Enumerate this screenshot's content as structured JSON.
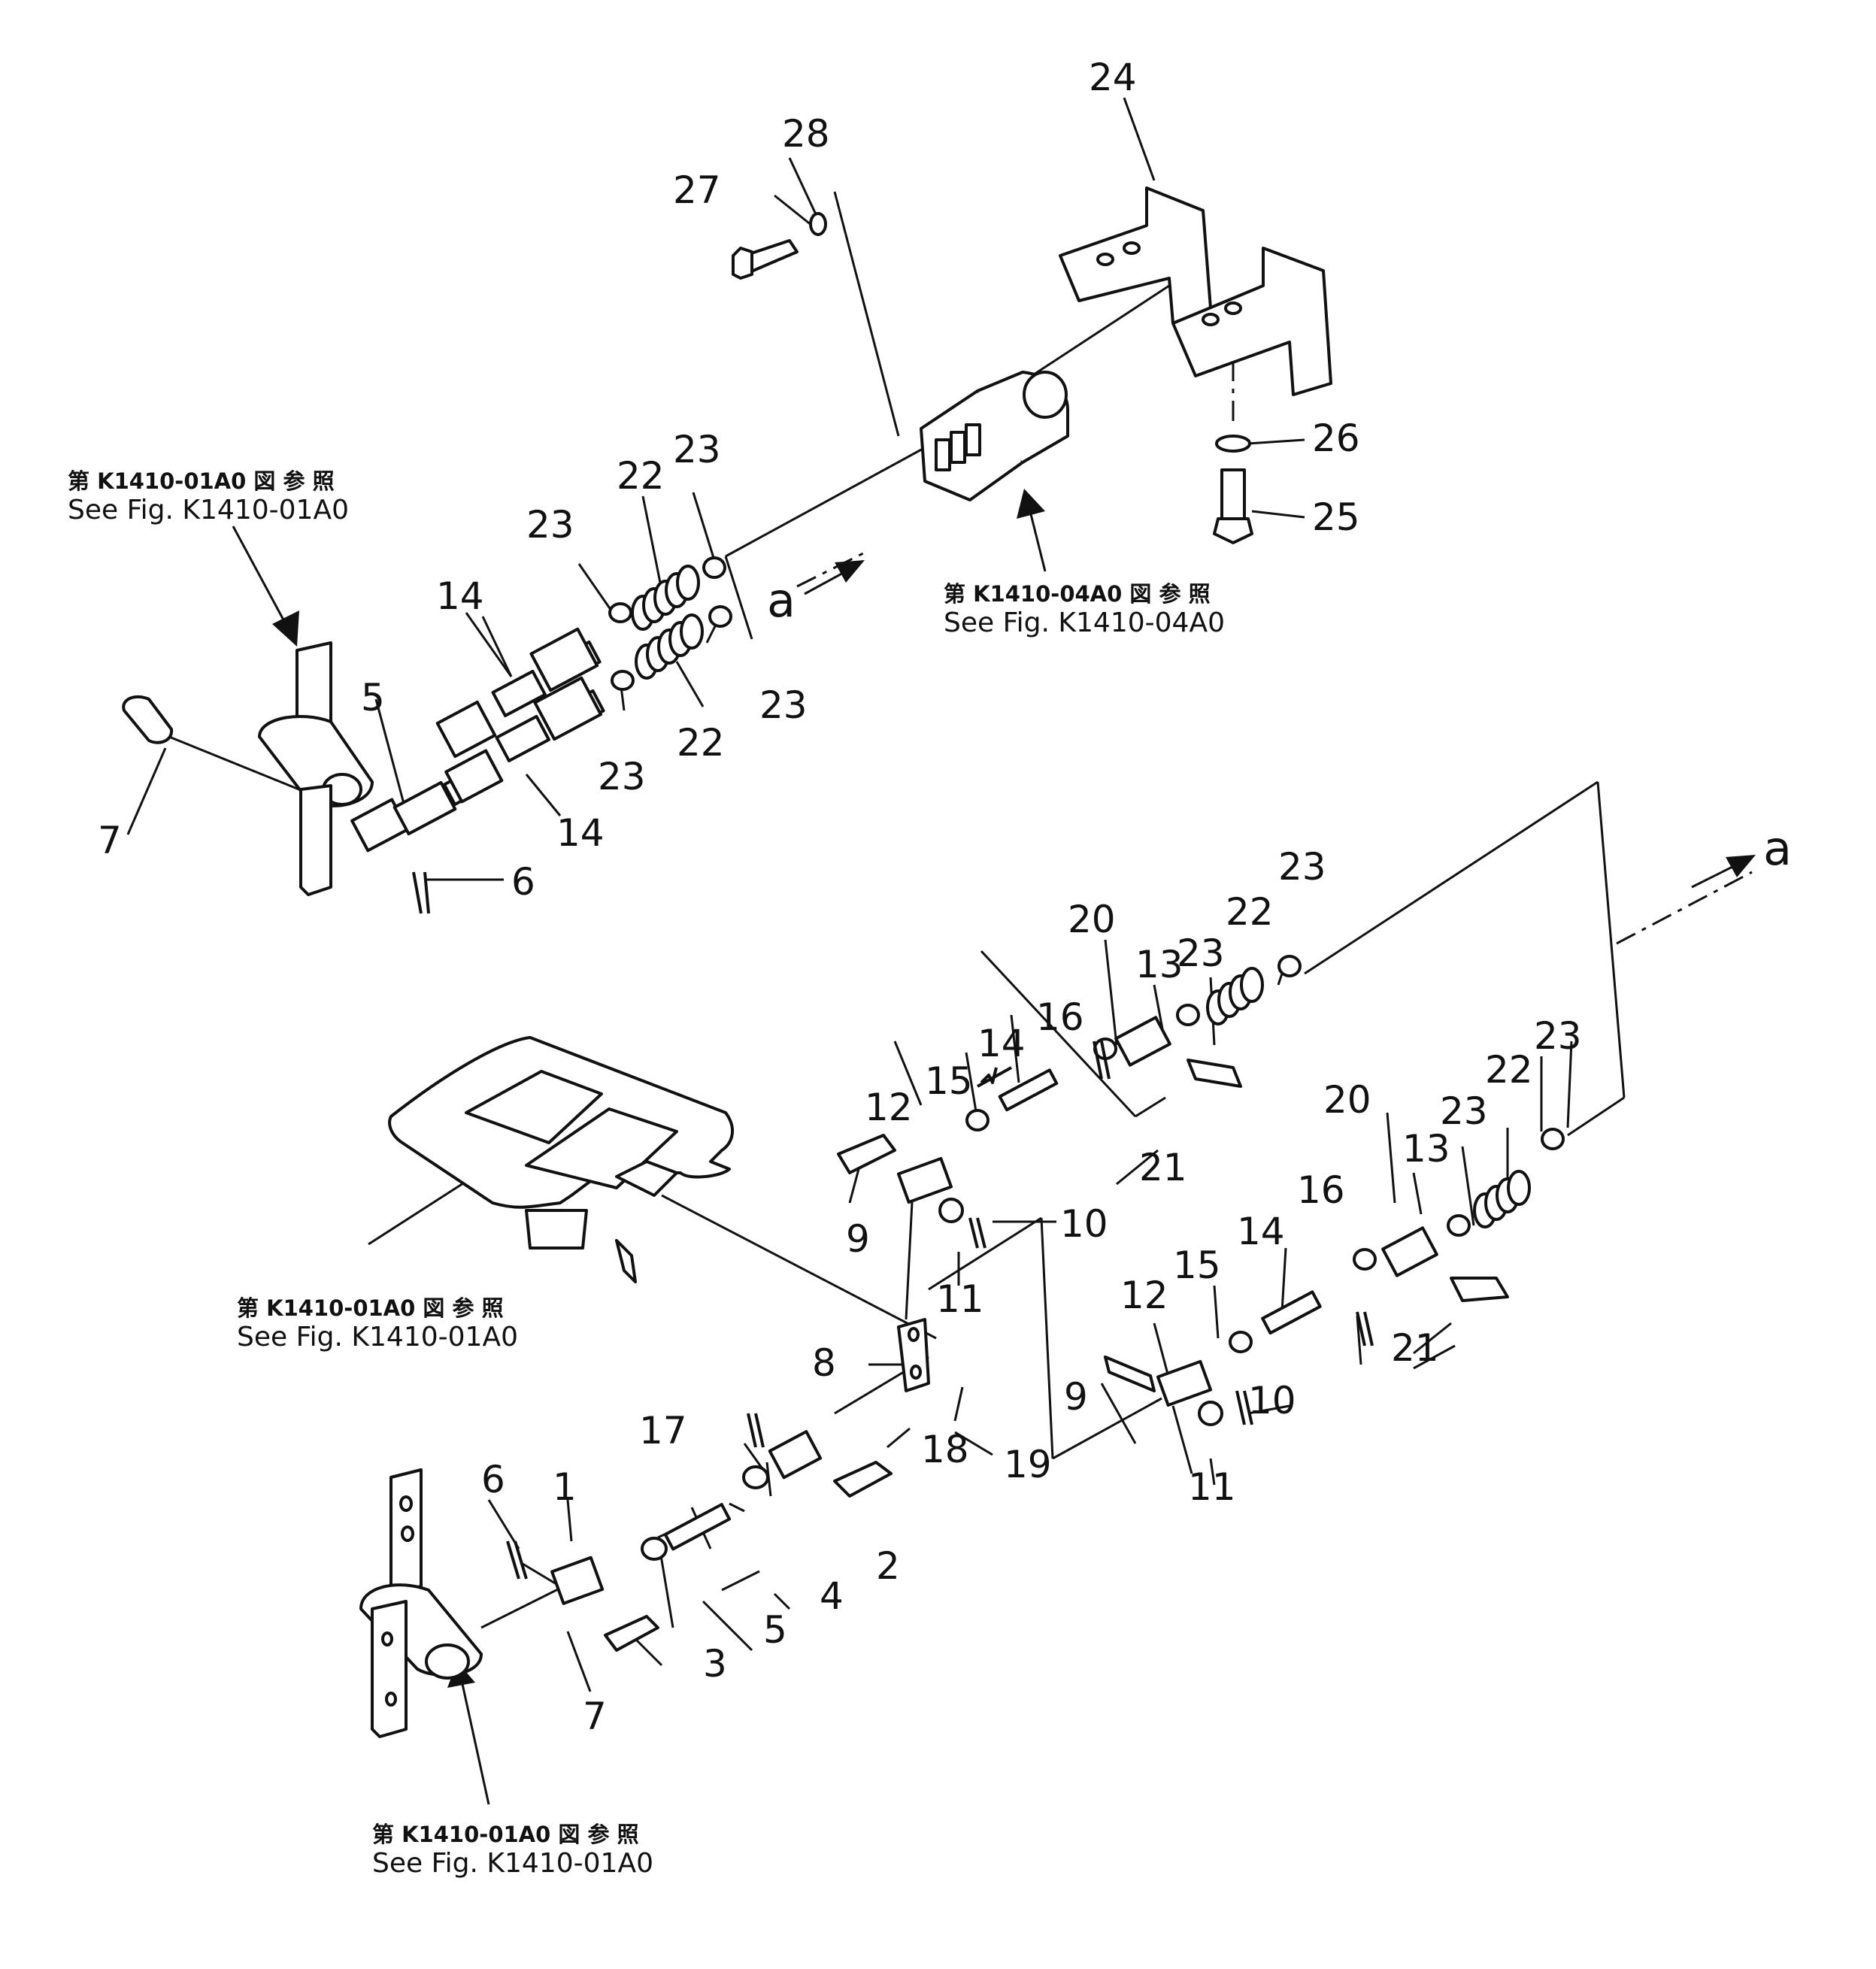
{
  "part_numbers": {
    "p1": "1",
    "p2": "2",
    "p3": "3",
    "p4": "4",
    "p5a": "5",
    "p5b": "5",
    "p6a": "6",
    "p6b": "6",
    "p7a": "7",
    "p7b": "7",
    "p8": "8",
    "p9a": "9",
    "p9b": "9",
    "p10a": "10",
    "p10b": "10",
    "p11a": "11",
    "p11b": "11",
    "p12a": "12",
    "p12b": "12",
    "p13a": "13",
    "p13b": "13",
    "p14a": "14",
    "p14b": "14",
    "p14c": "14",
    "p14d": "14",
    "p15a": "15",
    "p15b": "15",
    "p16a": "16",
    "p16b": "16",
    "p17": "17",
    "p18": "18",
    "p19": "19",
    "p20a": "20",
    "p20b": "20",
    "p21a": "21",
    "p21b": "21",
    "p22a": "22",
    "p22b": "22",
    "p22c": "22",
    "p22d": "22",
    "p23a": "23",
    "p23b": "23",
    "p23c": "23",
    "p23d": "23",
    "p23e": "23",
    "p23f": "23",
    "p23g": "23",
    "p23h": "23",
    "p24": "24",
    "p25": "25",
    "p26": "26",
    "p27": "27",
    "p28": "28"
  },
  "connection_marks": {
    "a_upper": "a",
    "a_lower": "a"
  },
  "references": {
    "ref1": {
      "jp": "第 K1410-01A0 図 参 照",
      "en": "See Fig. K1410-01A0"
    },
    "ref2": {
      "jp": "第 K1410-04A0 図 参 照",
      "en": "See Fig. K1410-04A0"
    },
    "ref3": {
      "jp": "第 K1410-01A0 図 参 照",
      "en": "See Fig. K1410-01A0"
    },
    "ref4": {
      "jp": "第 K1410-01A0 図 参 照",
      "en": "See Fig. K1410-01A0"
    }
  }
}
